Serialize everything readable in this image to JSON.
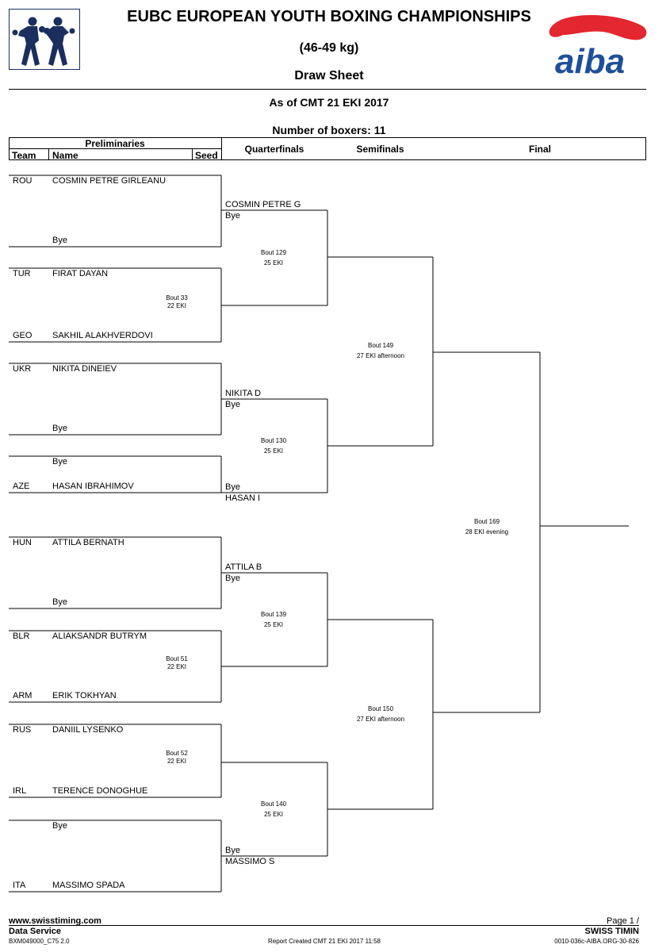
{
  "header": {
    "title": "EUBC EUROPEAN YOUTH BOXING CHAMPIONSHIPS",
    "weight": "(46-49 kg)",
    "sheet": "Draw Sheet",
    "as_of": "As of CMT 21 EKI 2017",
    "boxers": "Number of boxers: 11",
    "logo_text": "aiba"
  },
  "columns": {
    "preliminaries": "Preliminaries",
    "team": "Team",
    "name": "Name",
    "seed": "Seed",
    "quarterfinals": "Quarterfinals",
    "semifinals": "Semifinals",
    "final": "Final"
  },
  "entries": [
    {
      "team": "ROU",
      "name": "COSMIN PETRE GIRLEANU"
    },
    {
      "team": "",
      "name": "Bye"
    },
    {
      "team": "TUR",
      "name": "FIRAT DAYAN"
    },
    {
      "team": "GEO",
      "name": "SAKHIL ALAKHVERDOVI"
    },
    {
      "team": "UKR",
      "name": "NIKITA DINEIEV"
    },
    {
      "team": "",
      "name": "Bye"
    },
    {
      "team": "",
      "name": "Bye"
    },
    {
      "team": "AZE",
      "name": "HASAN IBRAHIMOV"
    },
    {
      "team": "HUN",
      "name": "ATTILA BERNATH"
    },
    {
      "team": "",
      "name": "Bye"
    },
    {
      "team": "BLR",
      "name": "ALIAKSANDR BUTRYM"
    },
    {
      "team": "ARM",
      "name": "ERIK TOKHYAN"
    },
    {
      "team": "RUS",
      "name": "DANIIL LYSENKO"
    },
    {
      "team": "IRL",
      "name": "TERENCE DONOGHUE"
    },
    {
      "team": "",
      "name": "Bye"
    },
    {
      "team": "ITA",
      "name": "MASSIMO SPADA"
    }
  ],
  "prelim_bouts": [
    {
      "bout": "",
      "date": ""
    },
    {
      "bout": "Bout  33",
      "date": "22 EKI"
    },
    {
      "bout": "",
      "date": ""
    },
    {
      "bout": "",
      "date": ""
    },
    {
      "bout": "",
      "date": ""
    },
    {
      "bout": "Bout  51",
      "date": "22 EKI"
    },
    {
      "bout": "Bout  52",
      "date": "22 EKI"
    },
    {
      "bout": "",
      "date": ""
    }
  ],
  "qf_slots": [
    {
      "top": "COSMIN PETRE G",
      "bottom": "Bye"
    },
    {
      "top": "",
      "bottom": ""
    },
    {
      "top": "NIKITA D",
      "bottom": "Bye"
    },
    {
      "top": "Bye",
      "bottom": "HASAN I"
    },
    {
      "top": "ATTILA B",
      "bottom": "Bye"
    },
    {
      "top": "",
      "bottom": ""
    },
    {
      "top": "",
      "bottom": ""
    },
    {
      "top": "Bye",
      "bottom": "MASSIMO S"
    }
  ],
  "qf_bouts": [
    {
      "bout": "Bout  129",
      "date": "25 EKI"
    },
    {
      "bout": "Bout  130",
      "date": "25 EKI"
    },
    {
      "bout": "Bout  139",
      "date": "25 EKI"
    },
    {
      "bout": "Bout  140",
      "date": "25 EKI"
    }
  ],
  "sf_bouts": [
    {
      "bout": "Bout  149",
      "date": "27 EKI afternoon"
    },
    {
      "bout": "Bout  150",
      "date": "27 EKI afternoon"
    }
  ],
  "final_bout": {
    "bout": "Bout  169",
    "date": "28 EKI evening"
  },
  "footer": {
    "website": "www.swisstiming.com",
    "service": "Data Service",
    "code": "BXM049000_C75 2.0",
    "created": "Report Created  CMT 21 EKI 2017 11:58",
    "page": "Page 1 /",
    "brand": "SWISS TIMIN",
    "ref": "0010-036c-AIBA.ORG-30-826"
  },
  "colors": {
    "logo_red": "#e3262f",
    "logo_blue": "#1d4f9c",
    "boxer_navy": "#1b2f5e"
  }
}
